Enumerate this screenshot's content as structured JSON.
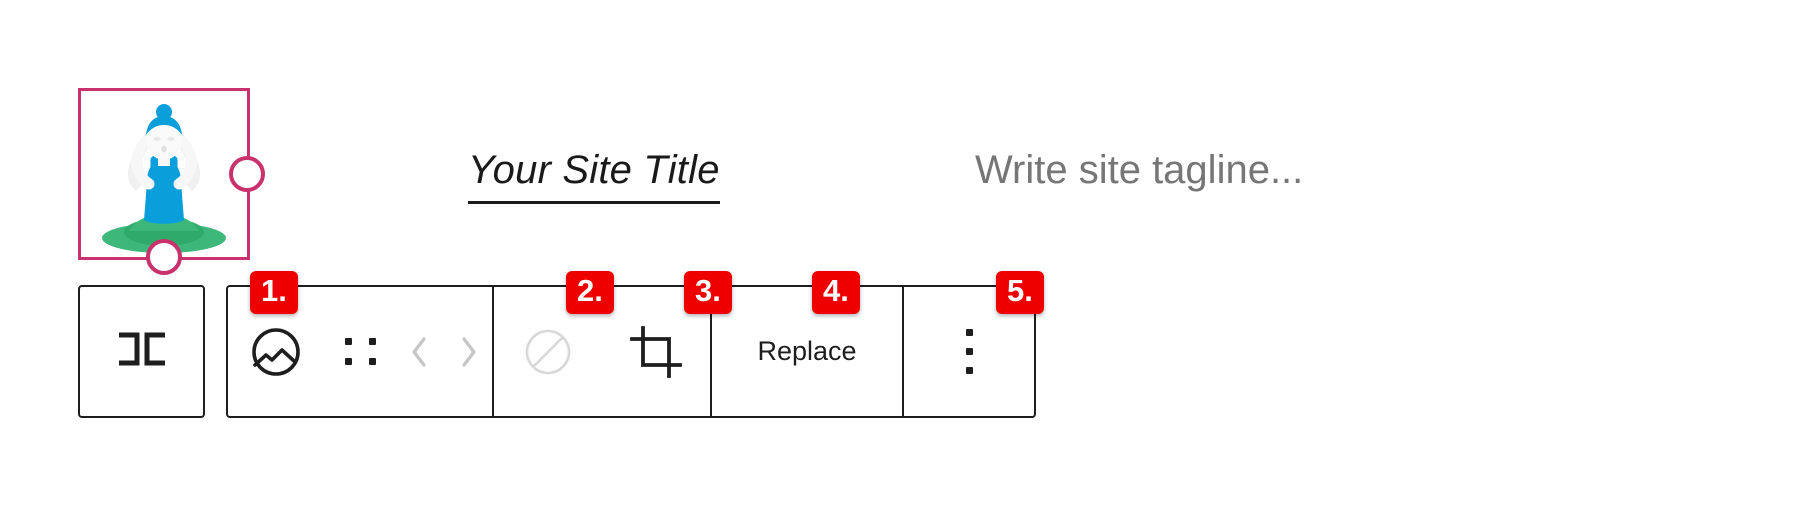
{
  "header_preview": {
    "site_title": "Your Site Title",
    "site_tagline_placeholder": "Write site tagline...",
    "logo_alt": "yoga-meditation-logo",
    "selection_color": "#c9326c"
  },
  "toolbar": {
    "parent_block": {
      "icon": "group-block-icon",
      "label": ""
    },
    "groups": [
      {
        "name": "block-type-and-move",
        "items": [
          {
            "icon": "site-logo-icon",
            "label": ""
          },
          {
            "icon": "drag-handle-icon",
            "label": ""
          },
          {
            "icon": "chevron-left-icon",
            "label": ""
          },
          {
            "icon": "chevron-right-icon",
            "label": ""
          }
        ]
      },
      {
        "name": "image-style",
        "items": [
          {
            "icon": "no-filter-icon",
            "label": ""
          },
          {
            "icon": "crop-icon",
            "label": ""
          }
        ]
      },
      {
        "name": "replace",
        "items": [
          {
            "icon": "",
            "label": "Replace"
          }
        ]
      },
      {
        "name": "more",
        "items": [
          {
            "icon": "kebab-menu-icon",
            "label": ""
          }
        ]
      }
    ]
  },
  "annotations": {
    "badge_color": "#ee0000",
    "items": [
      {
        "id": "1",
        "label": "1."
      },
      {
        "id": "2",
        "label": "2."
      },
      {
        "id": "3",
        "label": "3."
      },
      {
        "id": "4",
        "label": "4."
      },
      {
        "id": "5",
        "label": "5."
      }
    ]
  }
}
